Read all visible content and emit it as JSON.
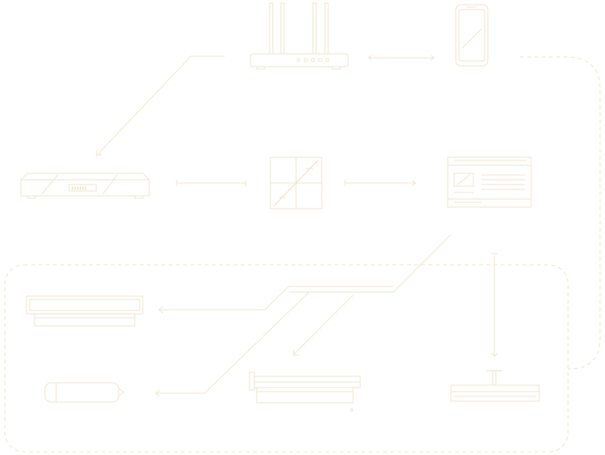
{
  "colors": {
    "line": "#efe6cc",
    "background": "#ffffff"
  },
  "devices": [
    {
      "id": "router",
      "icon": "wifi-router-icon"
    },
    {
      "id": "phone",
      "icon": "smartphone-icon"
    },
    {
      "id": "modem",
      "icon": "modem-box-icon"
    },
    {
      "id": "switch-panel",
      "icon": "control-panel-icon"
    },
    {
      "id": "controller",
      "icon": "din-rail-controller-icon"
    },
    {
      "id": "linear-light-large",
      "icon": "linear-light-icon"
    },
    {
      "id": "tube-light",
      "icon": "tube-light-icon"
    },
    {
      "id": "track-light",
      "icon": "track-light-icon"
    },
    {
      "id": "ceiling-light",
      "icon": "ceiling-light-icon"
    }
  ]
}
